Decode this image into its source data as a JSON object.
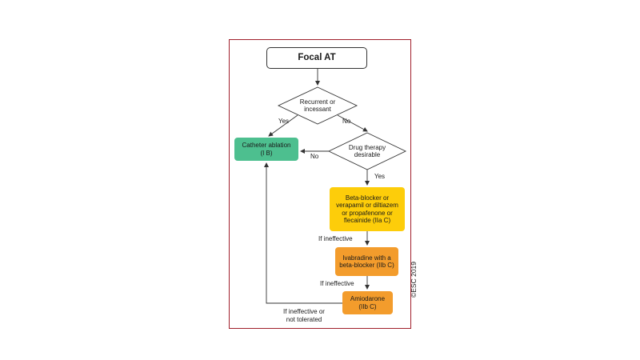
{
  "title": "Focal AT",
  "decisions": {
    "recurrent": "Recurrent or incessant",
    "drug_therapy": "Drug therapy desirable"
  },
  "boxes": {
    "catheter_ablation": "Catheter ablation (I B)",
    "beta_blocker": "Beta-blocker or verapamil or diltiazem or propafenone or flecainide (IIa C)",
    "ivabradine": "Ivabradine with a beta-blocker (IIb C)",
    "amiodarone": "Amiodarone (IIb C)"
  },
  "labels": {
    "yes_left": "Yes",
    "no_right": "No",
    "no_left": "No",
    "yes_down": "Yes",
    "if_ineffective_1": "If ineffective",
    "if_ineffective_2": "If ineffective",
    "if_ineffective_not_tolerated": "If ineffective or not tolerated"
  },
  "copyright": "©ESC 2019",
  "colors": {
    "frame": "#a01f2b",
    "green": "#4dbf8f",
    "yellow": "#fdcd0a",
    "orange": "#f39c2c"
  }
}
